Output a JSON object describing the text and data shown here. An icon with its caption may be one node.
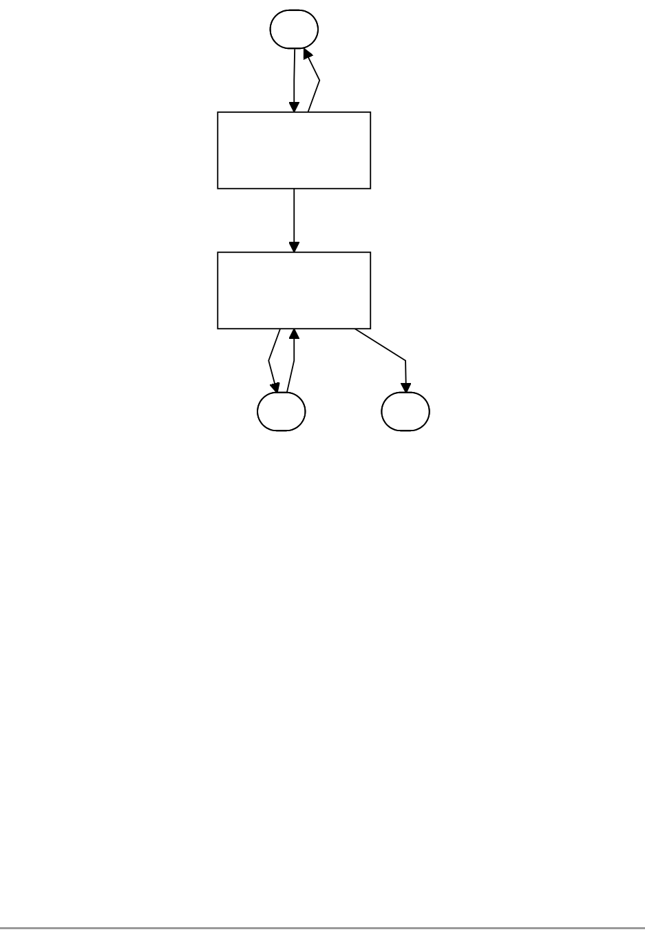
{
  "diagram": {
    "nodes": [
      {
        "text": [],
        "shape": "stadium"
      },
      {
        "text": [],
        "shape": "box"
      },
      {
        "text": [],
        "shape": "box"
      },
      {
        "text": [],
        "shape": "stadium"
      },
      {
        "text": [],
        "shape": "stadium"
      }
    ],
    "edges": [
      {
        "from": 0,
        "to": 1,
        "arrow": "to"
      },
      {
        "from": 1,
        "to": 0,
        "arrow": "to"
      },
      {
        "from": 1,
        "to": 2,
        "arrow": "to"
      },
      {
        "from": 2,
        "to": 3,
        "arrow": "to"
      },
      {
        "from": 3,
        "to": 2,
        "arrow": "to"
      },
      {
        "from": 2,
        "to": 4,
        "arrow": "to"
      }
    ]
  }
}
